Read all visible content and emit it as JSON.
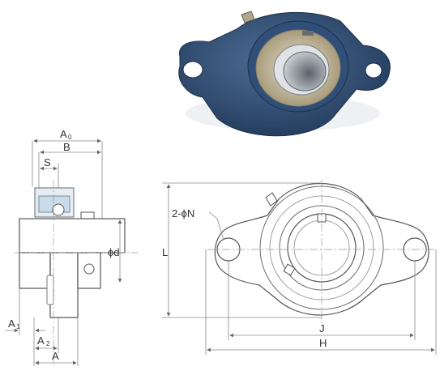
{
  "figure": {
    "photo": {
      "name": "2-bolt flange bearing unit",
      "colors": {
        "housing": "#2c4a6e",
        "housing_light": "#4d6e96",
        "inner_ring": "#b9ad93",
        "bore": "#9aa0a6"
      }
    },
    "side_view_labels": {
      "A0": "A",
      "A0_sub": "0",
      "B": "B",
      "S": "S",
      "phi_d": "ϕd",
      "A1": "A",
      "A1_sub": "1",
      "A2": "A",
      "A2_sub": "2",
      "A": "A"
    },
    "front_view_labels": {
      "bolt_holes": "2-ϕN",
      "L": "L",
      "J": "J",
      "H": "H"
    }
  }
}
